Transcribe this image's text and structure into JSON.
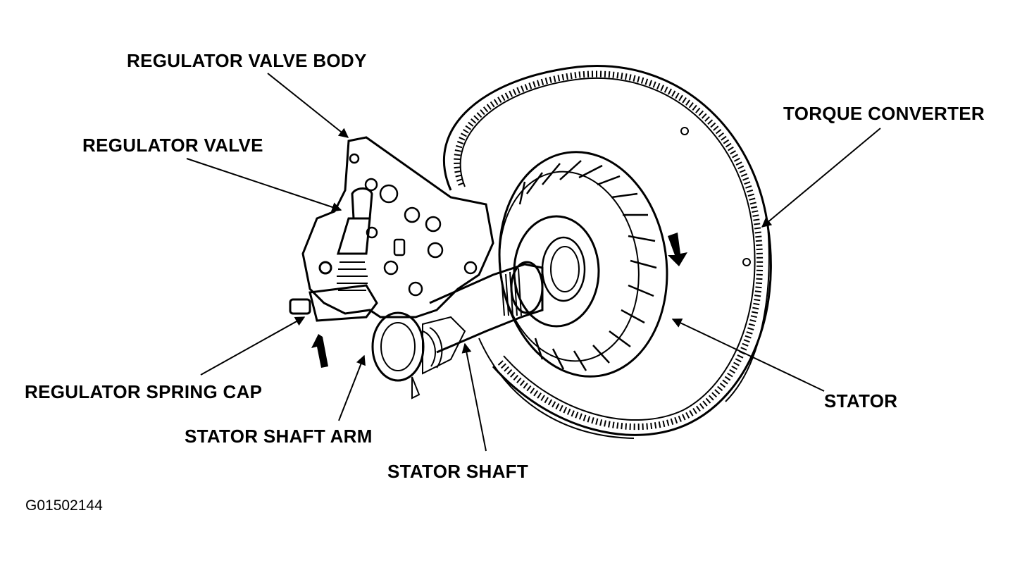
{
  "labels": {
    "regulator_valve_body": "REGULATOR VALVE BODY",
    "regulator_valve": "REGULATOR VALVE",
    "torque_converter": "TORQUE CONVERTER",
    "regulator_spring_cap": "REGULATOR SPRING CAP",
    "stator_shaft_arm": "STATOR SHAFT ARM",
    "stator_shaft": "STATOR SHAFT",
    "stator": "STATOR"
  },
  "figure_code": "G01502144",
  "colors": {
    "ink": "#000000",
    "paper": "#ffffff"
  }
}
